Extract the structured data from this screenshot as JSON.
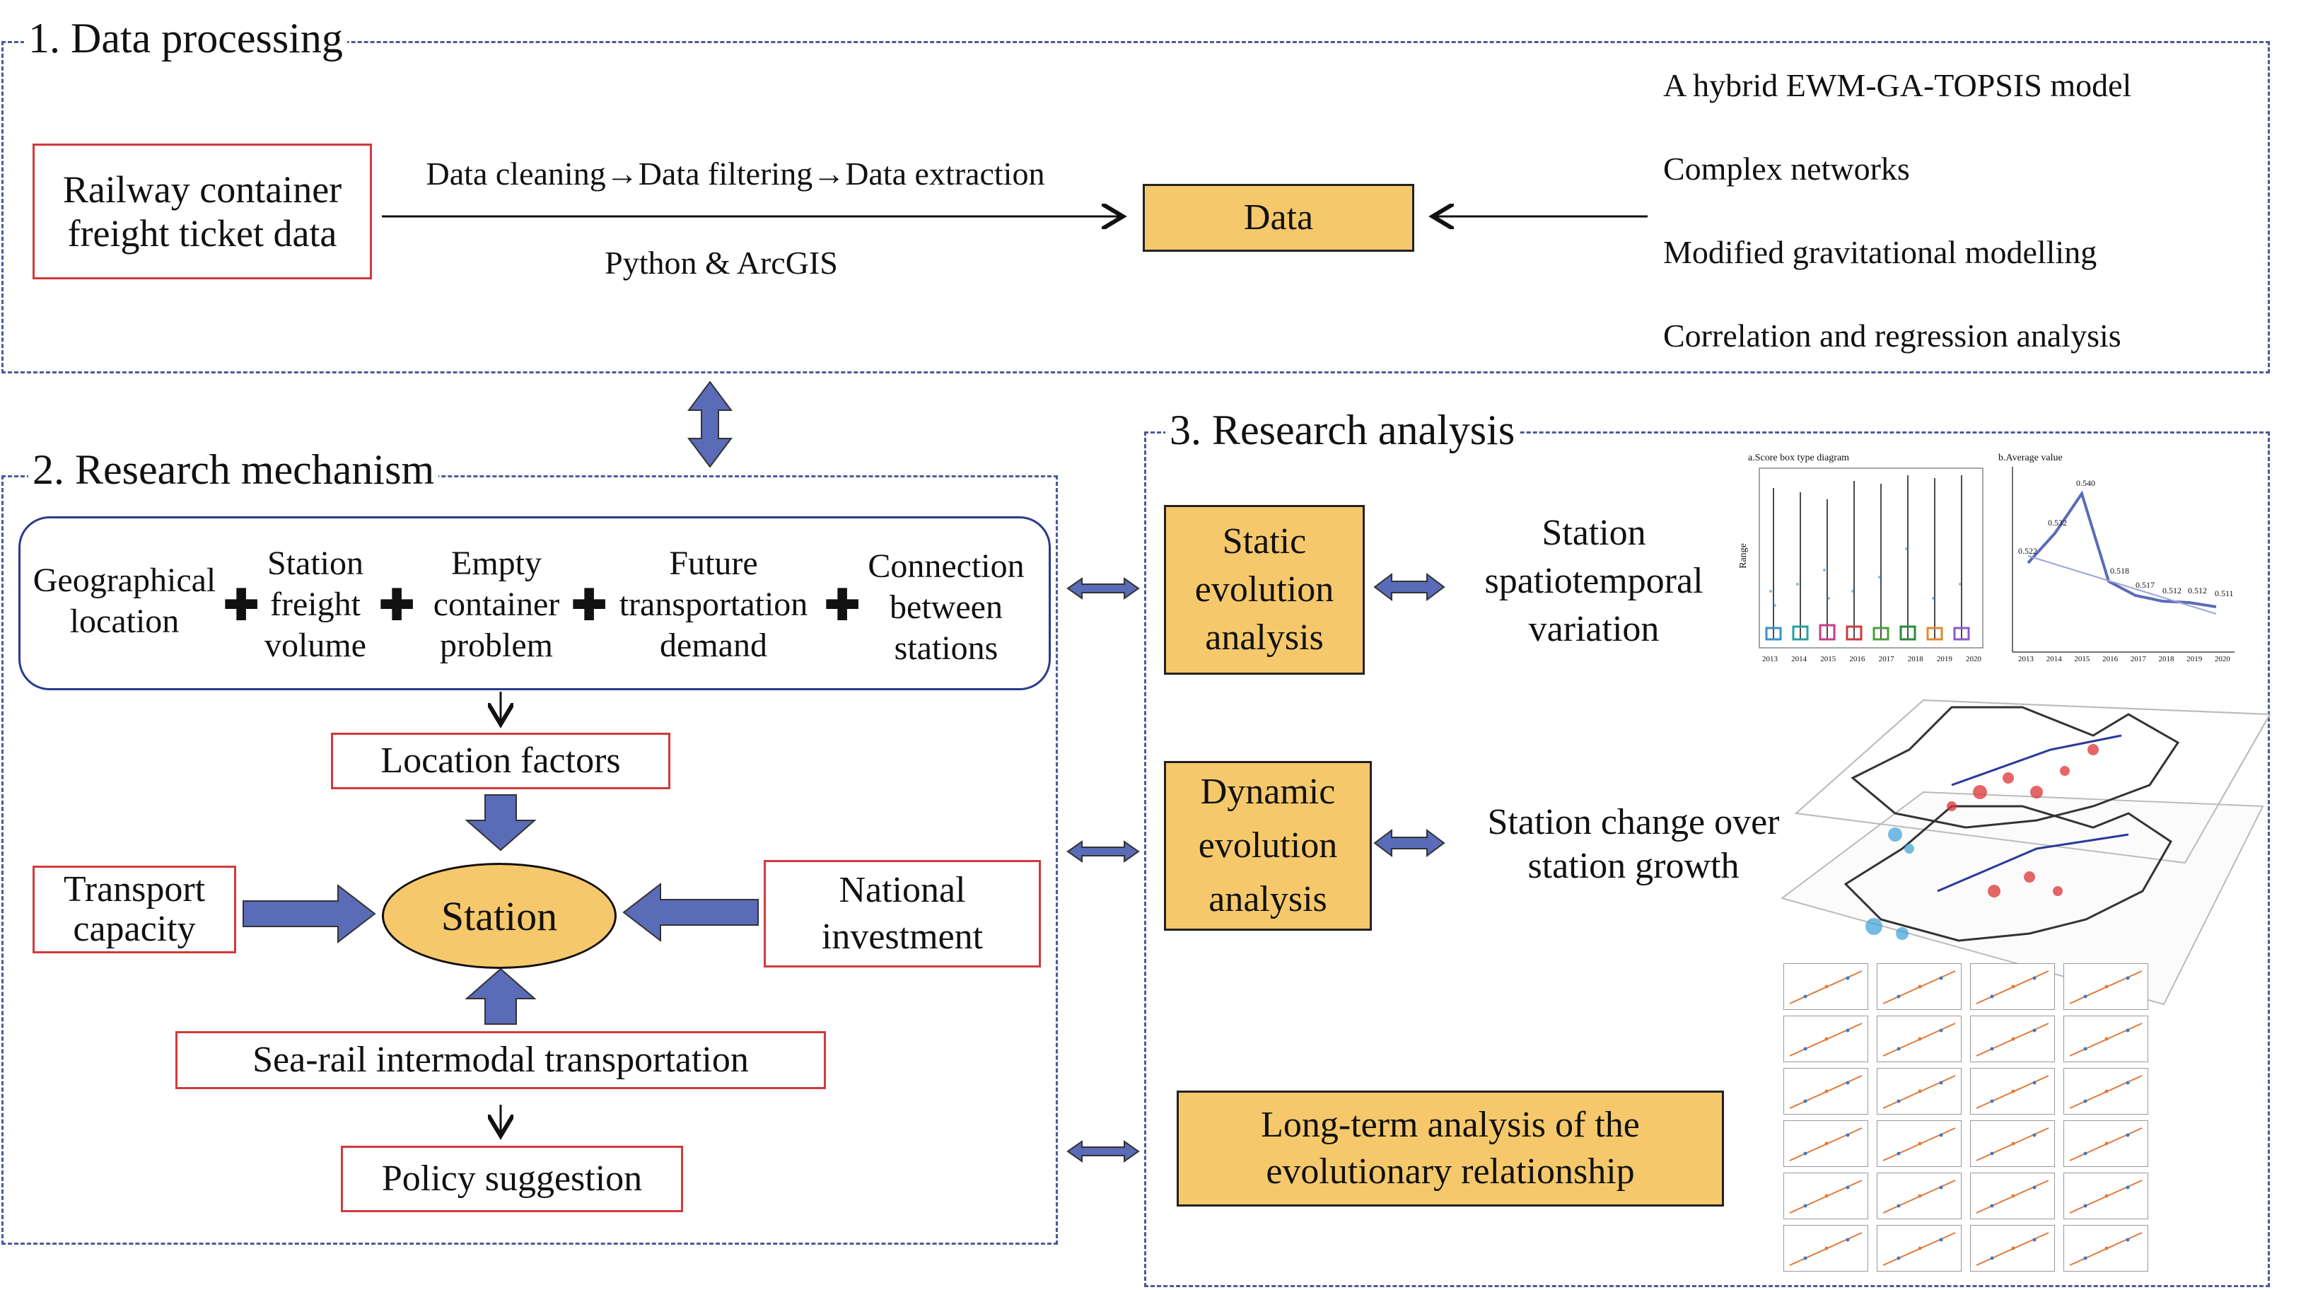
{
  "section1": {
    "title": "1. Data processing",
    "ticket_box": "Railway container freight ticket data",
    "pipeline": "Data cleaning→Data filtering→Data extraction",
    "tools": "Python & ArcGIS",
    "data_box": "Data",
    "methods": [
      "A hybrid EWM-GA-TOPSIS model",
      "Complex networks",
      "Modified gravitational modelling",
      "Correlation and regression analysis"
    ]
  },
  "section2": {
    "title": "2. Research mechanism",
    "factors": [
      "Geographical location",
      "Station freight volume",
      "Empty container problem",
      "Future transportation demand",
      "Connection between stations"
    ],
    "location_factors": "Location factors",
    "station": "Station",
    "transport_capacity": "Transport capacity",
    "national_investment": "National investment",
    "sea_rail": "Sea-rail intermodal transportation",
    "policy": "Policy suggestion"
  },
  "section3": {
    "title": "3. Research analysis",
    "static_box": "Static evolution analysis",
    "static_desc": "Station spatiotemporal variation",
    "dynamic_box": "Dynamic evolution analysis",
    "dynamic_desc": "Station change over station growth",
    "longterm_box": "Long-term analysis of the evolutionary relationship",
    "thumb_a_title": "a.Score box type diagram",
    "thumb_a_ylabel": "Range",
    "thumb_b_title": "b.Average value",
    "years": [
      "2013",
      "2014",
      "2015",
      "2016",
      "2017",
      "2018",
      "2019",
      "2020"
    ],
    "avg_labels": [
      "0.522",
      "0.532",
      "0.540",
      "0.518",
      "0.517",
      "0.512",
      "0.512",
      "0.511"
    ]
  },
  "colors": {
    "gold": "#f5c86b",
    "red_border": "#d23a3a",
    "arrow_blue": "#5a6bb8",
    "dash": "#4b5a9a"
  }
}
